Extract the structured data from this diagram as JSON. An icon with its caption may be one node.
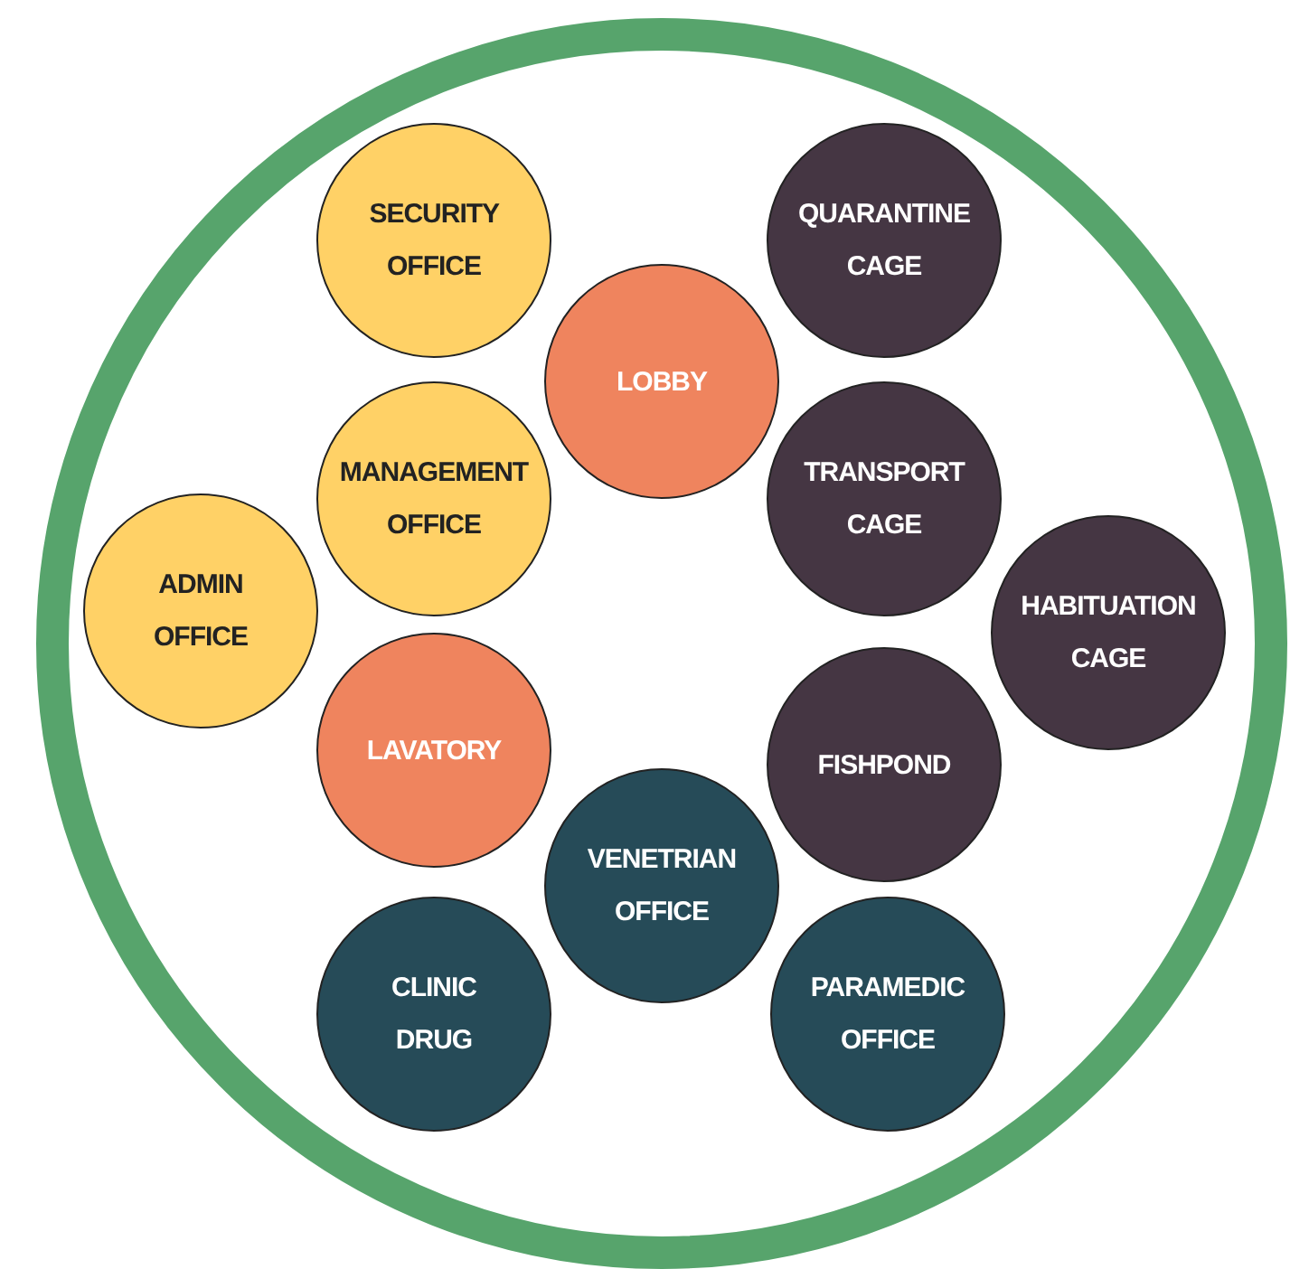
{
  "diagram": {
    "nodes": [
      {
        "text": [],
        "shape": "circle"
      },
      {
        "text": [
          "SECURITY OFFICE"
        ],
        "in": 0
      },
      {
        "text": [
          "QUARANTINE CAGE"
        ],
        "in": 0
      },
      {
        "text": [
          "LOBBY"
        ],
        "in": 0
      },
      {
        "text": [
          "MANAGEMENT OFFICE"
        ],
        "in": 0
      },
      {
        "text": [
          "TRANSPORT CAGE"
        ],
        "in": 0
      },
      {
        "text": [
          "ADMIN OFFICE"
        ],
        "in": 0
      },
      {
        "text": [
          "HABITUATION CAGE"
        ],
        "in": 0
      },
      {
        "text": [
          "LAVATORY"
        ],
        "in": 0
      },
      {
        "text": [
          "FISHPOND"
        ],
        "in": 0
      },
      {
        "text": [
          "VENETRIAN OFFICE"
        ],
        "in": 0
      },
      {
        "text": [
          "CLINIC DRUG"
        ],
        "in": 0
      },
      {
        "text": [
          "PARAMEDIC OFFICE"
        ],
        "in": 0
      }
    ]
  }
}
